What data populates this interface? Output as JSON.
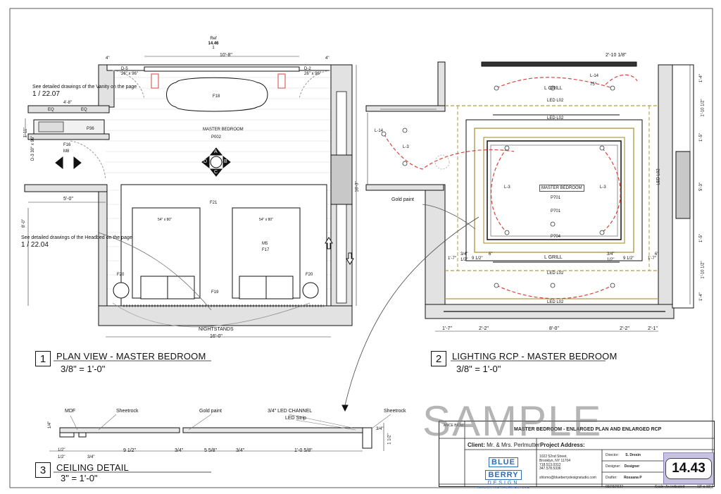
{
  "views": [
    {
      "number": "1",
      "name": "PLAN VIEW - MASTER BEDROOM",
      "scale": "3/8\" = 1'-0\""
    },
    {
      "number": "2",
      "name": "LIGHTING RCP - MASTER BEDROOM",
      "scale": "3/8\" = 1'-0\""
    },
    {
      "number": "3",
      "name": "CEILING DETAIL",
      "scale": "3\" = 1'-0\""
    }
  ],
  "plan_notes": {
    "vanity_note": "See detailed drawings of the Vanity on the page",
    "vanity_ref": "1 / 22.07",
    "headbed_note": "See detailed drawings of the Headbed on the page",
    "headbed_ref": "1 / 22.04",
    "room_label": "MASTER BEDROOM",
    "room_code": "P002",
    "nightstands": "NIGHTSTANDS",
    "overall_width": "16'-0\"",
    "top_width": "10'-8\"",
    "ref": "Ref",
    "ref_num": "14.46",
    "ref_sub": "1",
    "door1": "D-5",
    "door1_size": "26\" x 96\"",
    "door2": "D-2",
    "door2_size": "26\" x 96\"",
    "door3": "D-3",
    "door3_size": "30\" x 96\"",
    "bed1": "54\" x 80\"",
    "bed2": "54\" x 80\"",
    "tags": [
      "F18",
      "F21",
      "F19",
      "F20",
      "F20",
      "P36",
      "F16",
      "M8",
      "M5",
      "F17"
    ],
    "compass": [
      "A",
      "B",
      "C",
      "D"
    ],
    "dims": [
      "4\"",
      "4\"",
      "EQ",
      "EQ",
      "4'-8\"",
      "1'-11\"",
      "5'-0\"",
      "8'-0\"",
      "16'-3\""
    ]
  },
  "rcp_notes": {
    "l_grill": "L GRILL",
    "led_l02": "LED L02",
    "gold_paint": "Gold paint",
    "room_label": "MASTER BEDROOM",
    "room_code": "P701",
    "tags": [
      "L-14",
      "L-14",
      "L-3",
      "L-3",
      "L-3",
      "P701",
      "P704"
    ],
    "deg": "75°",
    "top_dim": "2'-10 1/8\"",
    "bottom_dims": [
      "1'-7\"",
      "2'-2\"",
      "8'-0\"",
      "2'-2\"",
      "2'-1\""
    ],
    "right_dims": [
      "1'-4\"",
      "1'-10 1/2\"",
      "1'-5\"",
      "5'-3\"",
      "1'-5\"",
      "1'-10 1/2\"",
      "1'-4\""
    ],
    "small_dims": [
      "3/4\"",
      "1/2\"",
      "9 1/2\"",
      "6\"",
      "1'-7\"",
      "3/4\"",
      "1/2\"",
      "9 1/2\"",
      "6\"",
      "1'-7\""
    ]
  },
  "detail_notes": {
    "mdf": "MDF",
    "sheetrock_l": "Sheetrock",
    "gold_paint": "Gold paint",
    "led_channel": "3/4\" LED CHANNEL",
    "led_strip": "LED Strip",
    "sheetrock_r": "Sheetrock",
    "dims": [
      "1/2\"",
      "9 1/2\"",
      "3/4\"",
      "5 5/8\"",
      "3/4\"",
      "1'-0 5/8\"",
      "3/4\"",
      "1 1/2\"",
      "1/4\"",
      "1/2\"",
      "3/4\""
    ]
  },
  "title_block": {
    "watermark": "SAMPLE",
    "sheet_title": "MASTER BEDROOM - ENLARGED PLAN AND ENLARGED RCP",
    "client_label": "Client:",
    "client_name": "Mr. & Mrs. Perlmutter",
    "project_label": "Project Address:",
    "address_lines": [
      "1022 52nd Street,",
      "Brooklyn, NY 11704",
      "718.513.0312",
      "347.578.5336"
    ],
    "email": "shlomo@blueberrydesignstudio.com",
    "director_label": "Director:",
    "director": "S. Dresin",
    "designer_label": "Designer:",
    "designer": "Designer",
    "drafter_label": "Drafter:",
    "drafter": "Rossana P",
    "date": "09/23/2022",
    "scale_label": "Scale:",
    "scale": "As indicated",
    "paper": "13\" x 19\"",
    "sheet_number": "14.43",
    "logo_top": "BLUE",
    "logo_mid": "BERRY",
    "logo_design": "DESIGN",
    "logo_tag": "INNOVATIVE ARCHITECTURE",
    "note_fragment": "ANCE BIOW"
  },
  "colors": {
    "accent": "#c9c3e3",
    "led": "#d6463c",
    "gold": "#b49a4a",
    "logo": "#2f6db5"
  }
}
